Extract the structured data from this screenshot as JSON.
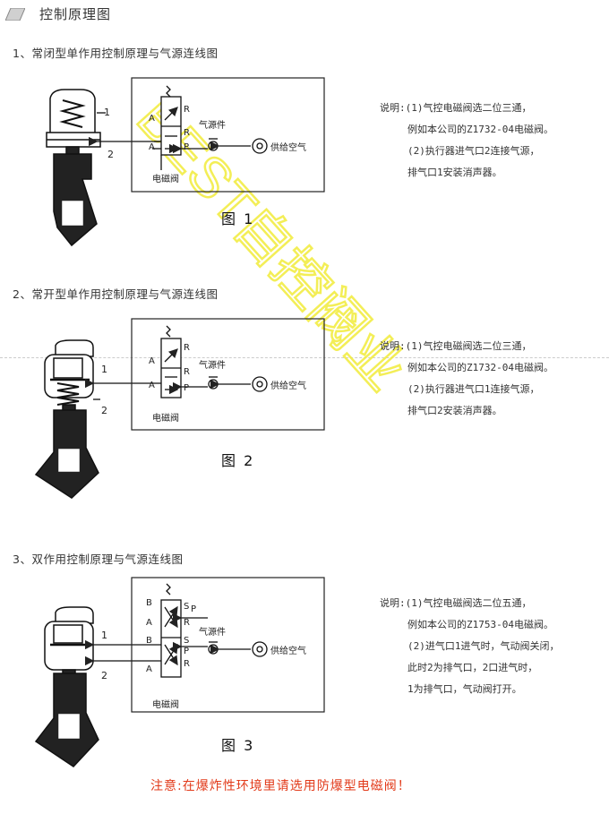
{
  "header": {
    "title": "控制原理图"
  },
  "sections": [
    {
      "title": "1、常闭型单作用控制原理与气源连线图",
      "figure": "图 1",
      "notes": [
        "说明:(1)气控电磁阀选二位三通，",
        "例如本公司的Z1732-04电磁阀。",
        "(2)执行器进气口2连接气源，",
        "排气口1安装消声器。"
      ]
    },
    {
      "title": "2、常开型单作用控制原理与气源连线图",
      "figure": "图 2",
      "notes": [
        "说明:(1)气控电磁阀选二位三通，",
        "例如本公司的Z1732-04电磁阀。",
        "(2)执行器进气口1连接气源，",
        "排气口2安装消声器。"
      ]
    },
    {
      "title": "3、双作用控制原理与气源连线图",
      "figure": "图 3",
      "notes": [
        "说明:(1)气控电磁阀选二位五通，",
        "例如本公司的Z1753-04电磁阀。",
        "(2)进气口1进气时，气动阀关闭，",
        "此时2为排气口，2口进气时，",
        "1为排气口，气动阀打开。"
      ]
    }
  ],
  "labels": {
    "air_source_part": "气源件",
    "air_supply": "供给空气",
    "solenoid": "电磁阀",
    "port_1": "1",
    "port_2": "2",
    "A": "A",
    "B": "B",
    "R": "R",
    "P": "P",
    "S": "S"
  },
  "watermark": "BEST自控阀业",
  "warning": "注意:在爆炸性环境里请选用防爆型电磁阀！",
  "colors": {
    "warning": "#e23a1a",
    "watermark": "#f3ef3a",
    "line": "#222222"
  }
}
